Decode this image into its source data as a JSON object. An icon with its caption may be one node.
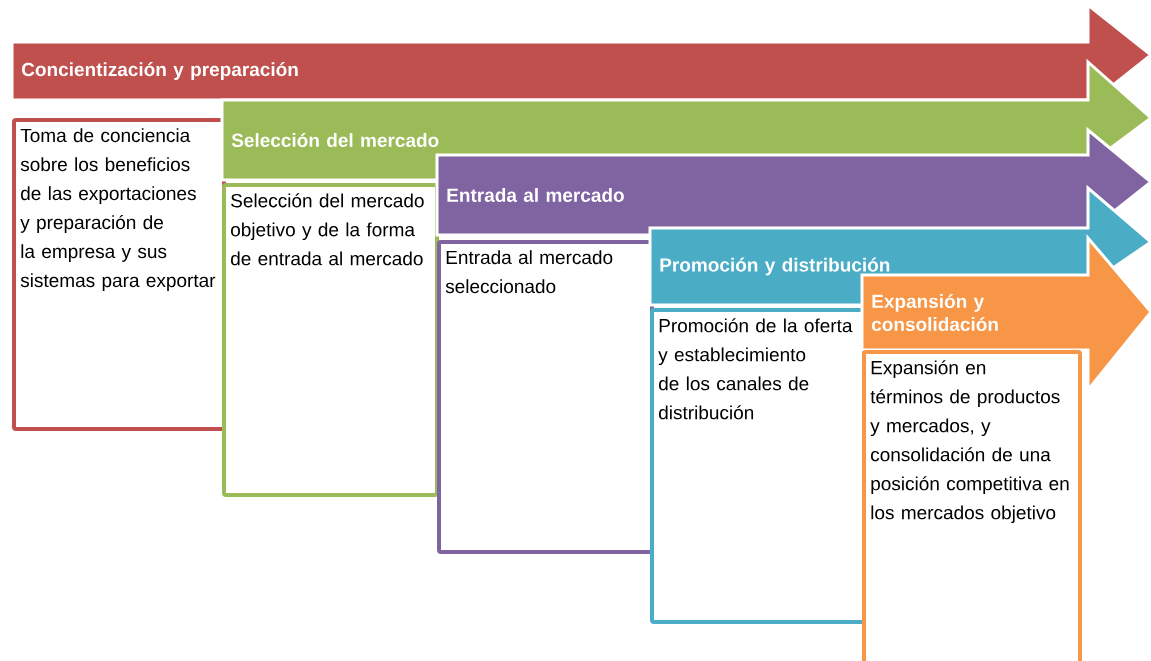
{
  "diagram": {
    "nodes": [
      {
        "text": [
          "Concientización y preparación"
        ]
      },
      {
        "text": [
          "Toma de conciencia sobre los beneficios de las exportaciones y preparación de la empresa y sus sistemas para exportar"
        ]
      },
      {
        "text": [
          "Selección del mercado"
        ]
      },
      {
        "text": [
          "Selección del mercado objetivo y de la forma de entrada al mercado"
        ]
      },
      {
        "text": [
          "Entrada al mercado"
        ]
      },
      {
        "text": [
          "Entrada al mercado seleccionado"
        ]
      },
      {
        "text": [
          "Promoción y distribución"
        ]
      },
      {
        "text": [
          "Promoción de la oferta y establecimiento de los canales de distribución"
        ]
      },
      {
        "text": [
          "Expansión y consolidación"
        ]
      },
      {
        "text": [
          "Expansión en términos de productos y mercados, y consolidación de una posición competitiva en los mercados objetivo"
        ]
      }
    ]
  }
}
